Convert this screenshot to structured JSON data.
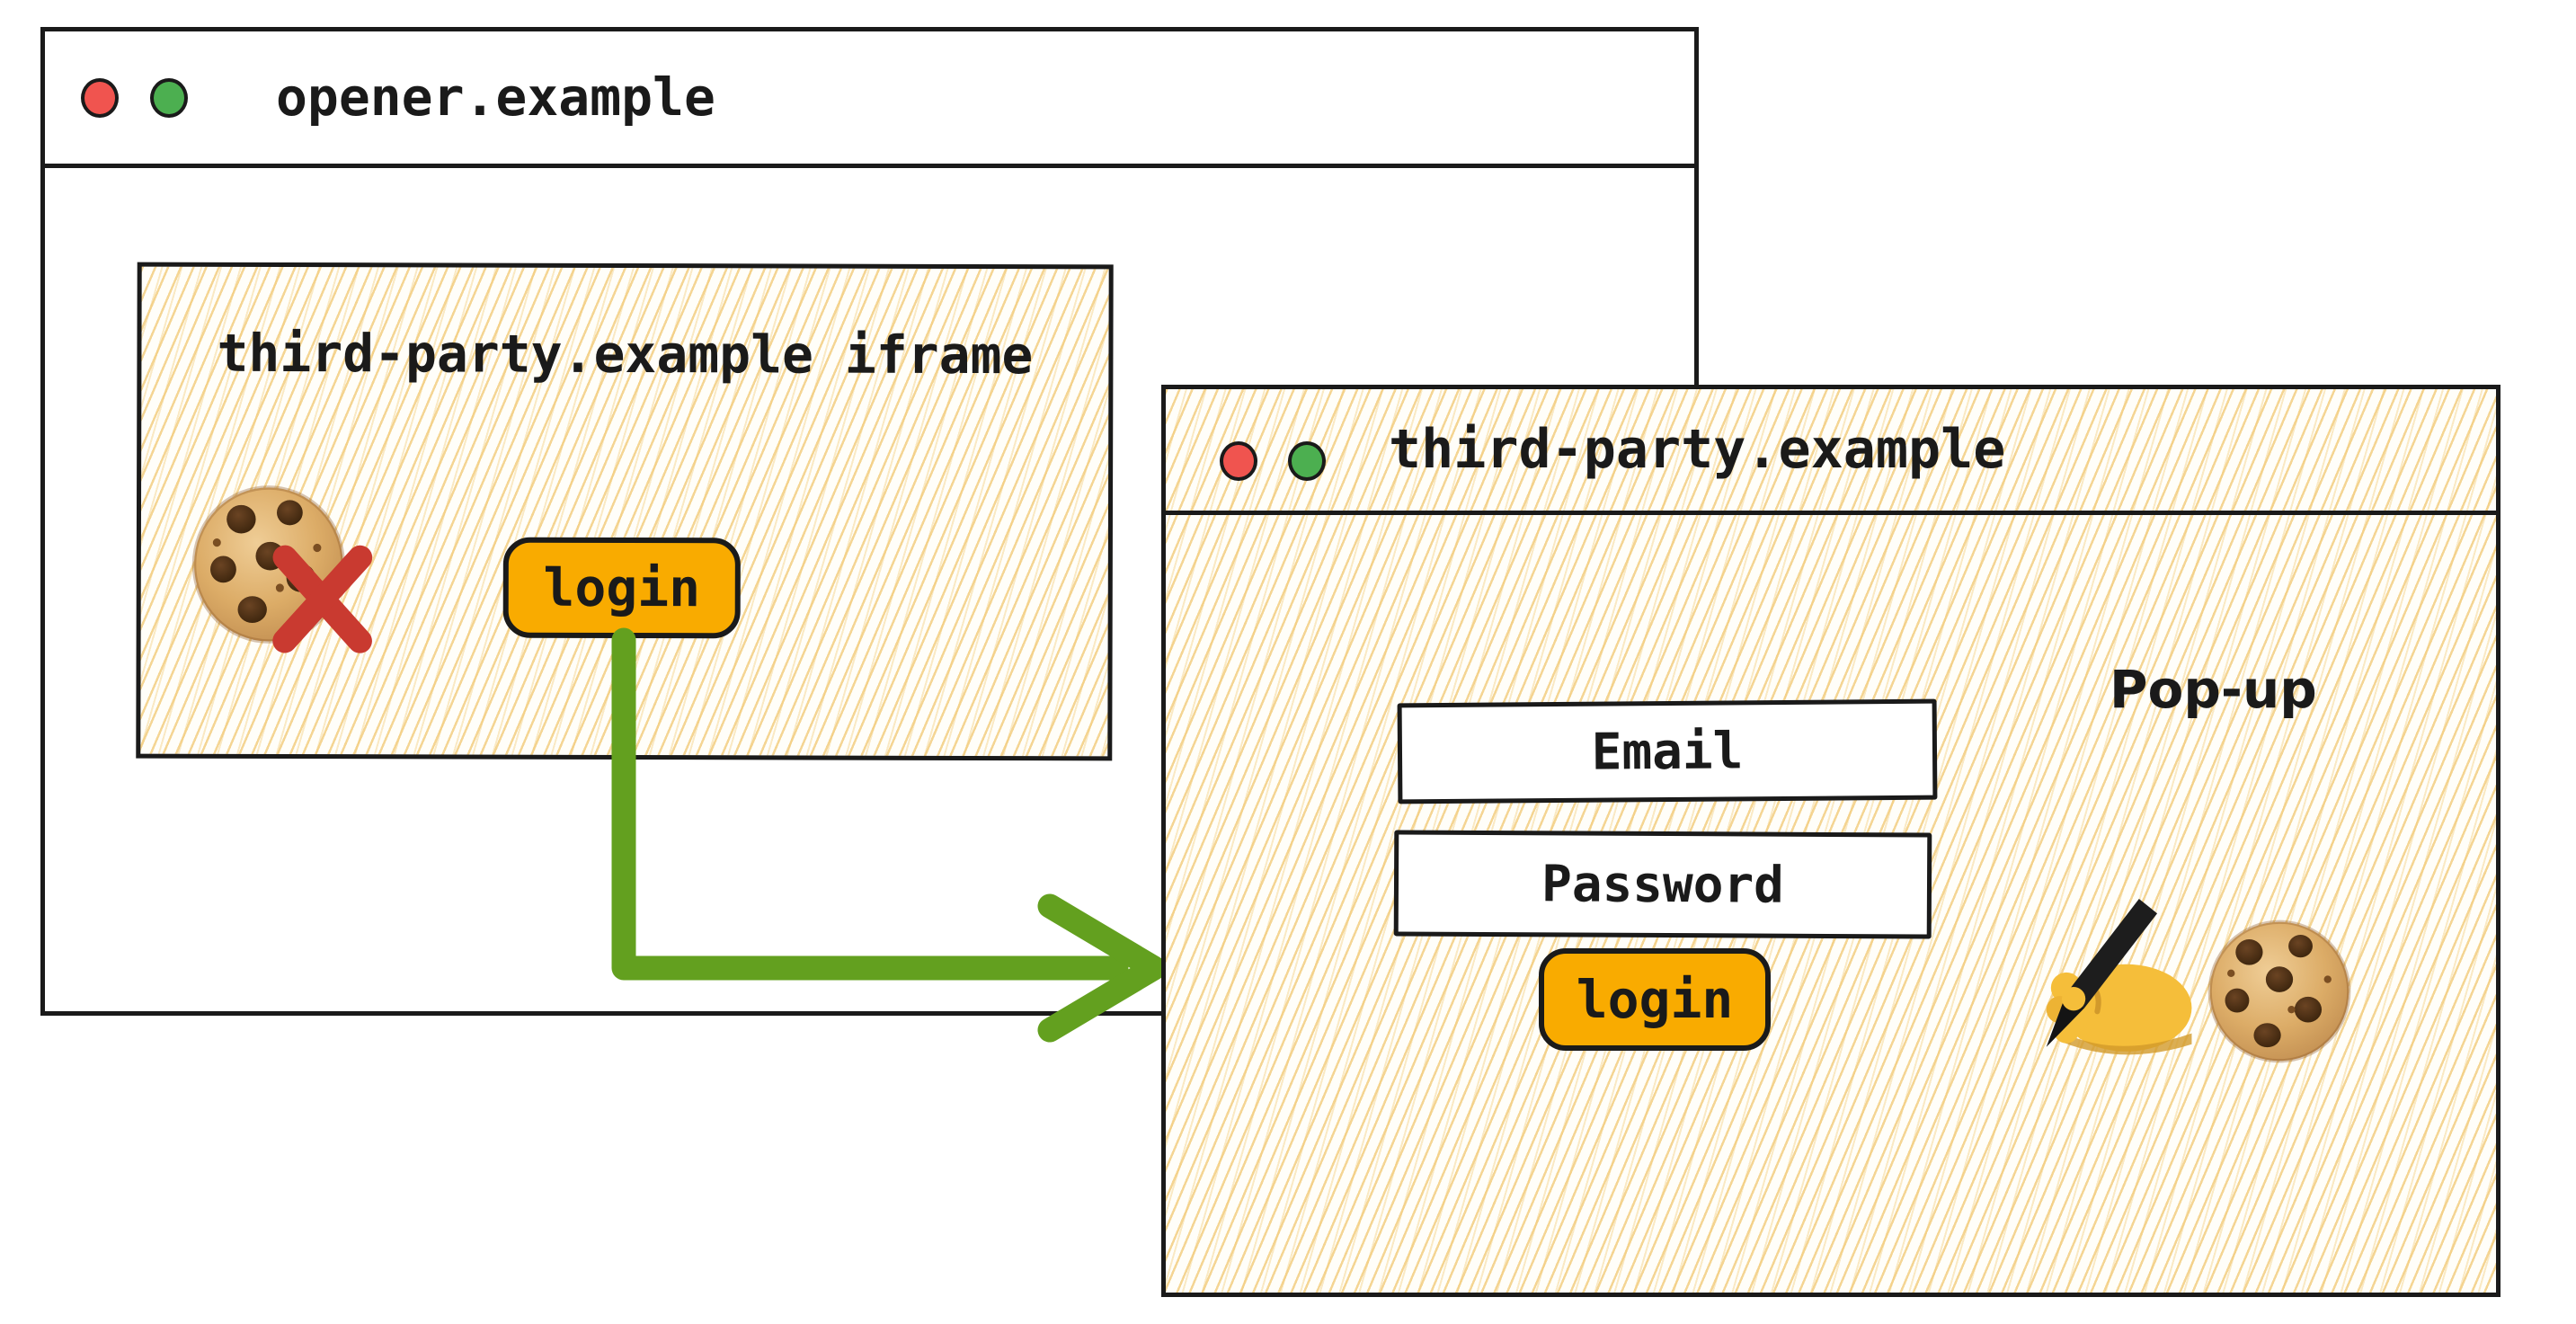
{
  "window_opener": {
    "title": "opener.example",
    "iframe": {
      "label": "third-party.example iframe",
      "login_button_label": "login",
      "icons": [
        "cookie-icon",
        "blocked-cross-icon"
      ]
    }
  },
  "window_popup": {
    "title": "third-party.example",
    "annotation": "Pop-up",
    "fields": {
      "email_label": "Email",
      "password_label": "Password"
    },
    "login_button_label": "login",
    "icons": [
      "writing-hand-icon",
      "cookie-icon"
    ]
  },
  "theme": {
    "ink": "#1a1a1a",
    "accent_orange": "#F9AB00",
    "blocked_red": "#C93A30",
    "arrow_green": "#63A01F",
    "traffic_red": "#F0544F",
    "traffic_green": "#4CAF50",
    "hatch_line": "#F2CB7A",
    "paper": "#FFFEF9"
  }
}
